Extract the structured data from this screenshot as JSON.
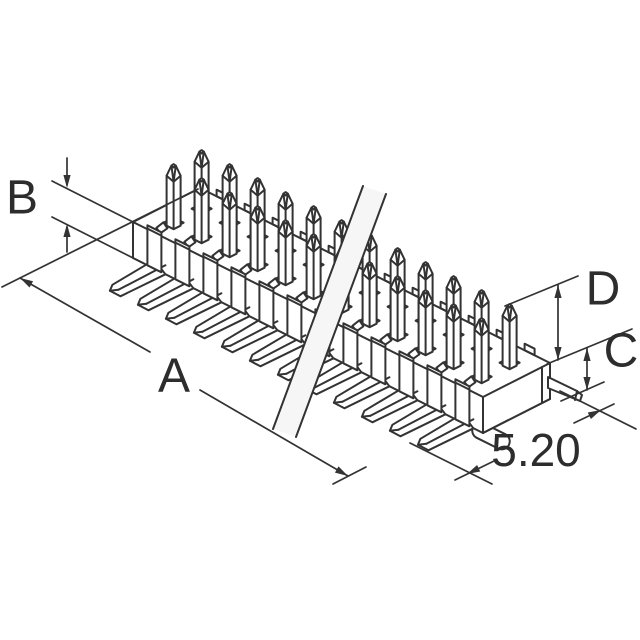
{
  "page": {
    "background": "#ffffff"
  },
  "drawing": {
    "description": "Isometric line drawing of a dual-row surface-mount pin header shown with a diagonal break line",
    "stroke_color": "#333333",
    "rows": 2,
    "pin_columns_shown": 12,
    "labels": {
      "a": "A",
      "b": "B",
      "c": "C",
      "d": "D",
      "lead_span": "5.20"
    }
  }
}
